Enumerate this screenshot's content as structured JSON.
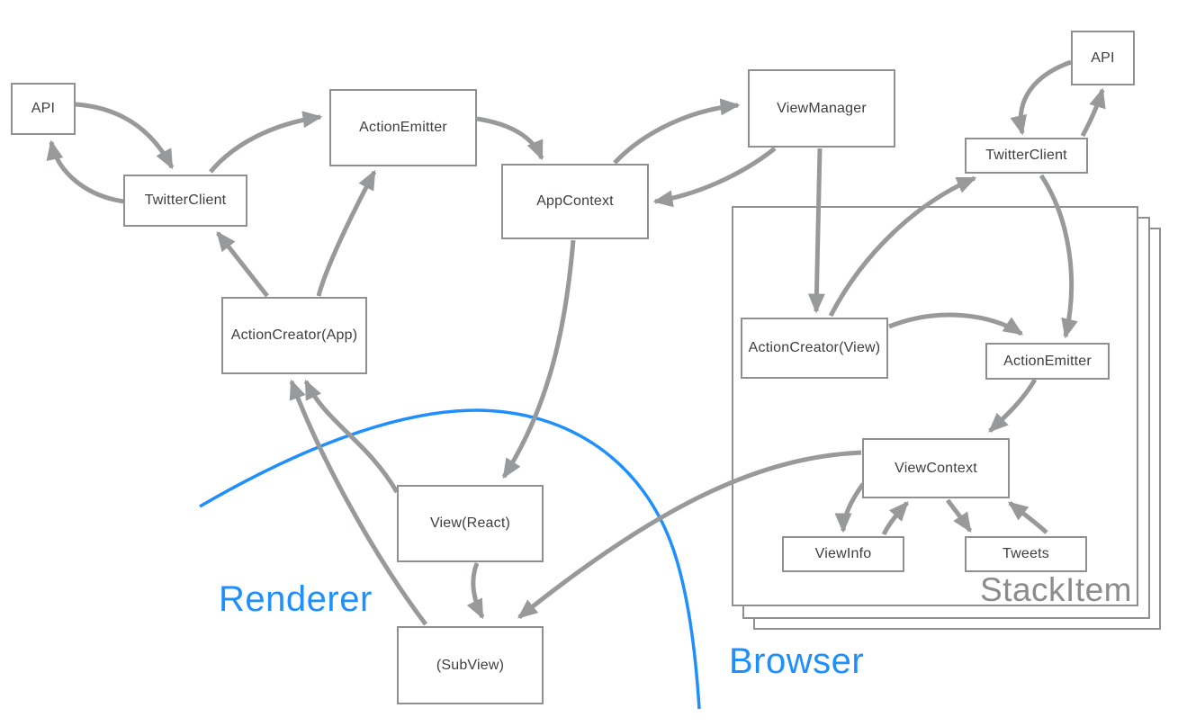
{
  "diagram": {
    "regions": {
      "renderer_label": "Renderer",
      "browser_label": "Browser",
      "stackitem_label": "StackItem"
    },
    "nodes": {
      "api_left": "API",
      "twitter_client_left": "TwitterClient",
      "action_emitter_top": "ActionEmitter",
      "app_context": "AppContext",
      "view_manager": "ViewManager",
      "api_right": "API",
      "twitter_client_right": "TwitterClient",
      "action_creator_app": "ActionCreator(App)",
      "action_creator_view": "ActionCreator(View)",
      "action_emitter_right": "ActionEmitter",
      "view_context": "ViewContext",
      "view_info": "ViewInfo",
      "tweets": "Tweets",
      "view_react": "View(React)",
      "sub_view": "(SubView)"
    },
    "edges": [
      {
        "from": "api_left",
        "to": "twitter_client_left"
      },
      {
        "from": "twitter_client_left",
        "to": "api_left"
      },
      {
        "from": "twitter_client_left",
        "to": "action_emitter_top"
      },
      {
        "from": "action_emitter_top",
        "to": "app_context"
      },
      {
        "from": "app_context",
        "to": "view_manager"
      },
      {
        "from": "view_manager",
        "to": "app_context"
      },
      {
        "from": "action_creator_app",
        "to": "twitter_client_left"
      },
      {
        "from": "action_creator_app",
        "to": "action_emitter_top"
      },
      {
        "from": "app_context",
        "to": "view_react"
      },
      {
        "from": "view_react",
        "to": "action_creator_app"
      },
      {
        "from": "sub_view",
        "to": "action_creator_app"
      },
      {
        "from": "view_react",
        "to": "sub_view"
      },
      {
        "from": "view_context",
        "to": "sub_view"
      },
      {
        "from": "view_manager",
        "to": "action_creator_view"
      },
      {
        "from": "action_creator_view",
        "to": "twitter_client_right"
      },
      {
        "from": "twitter_client_right",
        "to": "action_emitter_right"
      },
      {
        "from": "api_right",
        "to": "twitter_client_right"
      },
      {
        "from": "twitter_client_right",
        "to": "api_right"
      },
      {
        "from": "action_creator_view",
        "to": "action_emitter_right"
      },
      {
        "from": "action_emitter_right",
        "to": "view_context"
      },
      {
        "from": "view_context",
        "to": "view_info"
      },
      {
        "from": "view_info",
        "to": "view_context"
      },
      {
        "from": "view_context",
        "to": "tweets"
      },
      {
        "from": "tweets",
        "to": "view_context"
      }
    ],
    "colors": {
      "box_border": "#8e9194",
      "box_text": "#3c3e41",
      "arrow": "#97999b",
      "boundary_blue": "#1e8ffd",
      "stack_label_grey": "#8c8c8e"
    }
  }
}
